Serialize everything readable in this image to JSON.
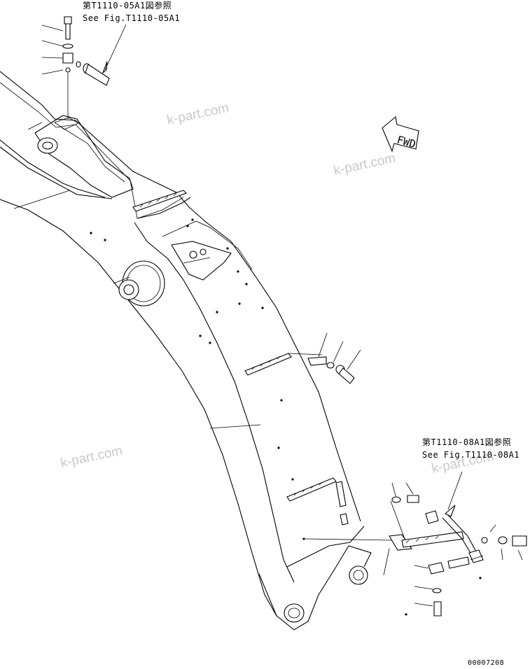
{
  "references": {
    "top": {
      "line1": "第T1110-05A1図参照",
      "line2": "See Fig.T1110-05A1"
    },
    "bottom": {
      "line1": "第T1110-08A1図参照",
      "line2": "See Fig.T1110-08A1"
    }
  },
  "watermarks": [
    "k-part.com",
    "k-part.com",
    "k-part.com",
    "k-part.com"
  ],
  "direction_marker": "FWD",
  "diagram_number": "00007208"
}
